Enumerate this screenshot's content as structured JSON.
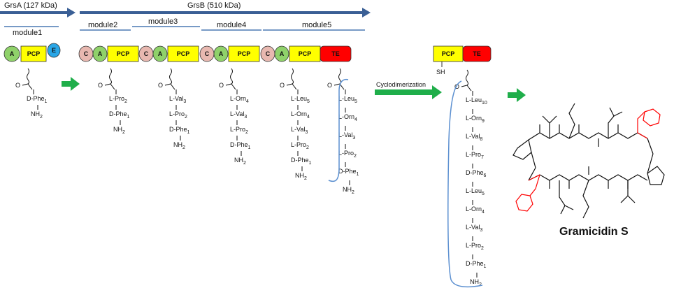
{
  "proteins": {
    "grsA": "GrsA (127 kDa)",
    "grsB": "GrsB (510 kDa)"
  },
  "modules": [
    "module1",
    "module2",
    "module3",
    "module4",
    "module5"
  ],
  "domains": {
    "c": "C",
    "a": "A",
    "pcp": "PCP",
    "e": "E",
    "te": "TE"
  },
  "chemistry": {
    "sh": "SH",
    "o": "O",
    "nh2": "NH",
    "nh2_sub": "2"
  },
  "residues": {
    "dphe1": [
      "D-Phe",
      "1"
    ],
    "lpro2": [
      "L-Pro",
      "2"
    ],
    "lval3": [
      "L-Val",
      "3"
    ],
    "lorn4": [
      "L-Orn",
      "4"
    ],
    "lleu5": [
      "L-Leu",
      "5"
    ],
    "dphe6": [
      "D-Phe",
      "6"
    ],
    "lpro7": [
      "L-Pro",
      "7"
    ],
    "lval8": [
      "L-Val",
      "8"
    ],
    "lorn9": [
      "L-Orn",
      "9"
    ],
    "lleu10": [
      "L-Leu",
      "10"
    ]
  },
  "step_label": "Cyclodimerization",
  "product_name": "Gramicidin S",
  "colors": {
    "arrow_blue": "#3a5f95",
    "module_line": "#4a79b4",
    "c_domain": "#e8b8b0",
    "a_domain": "#8fd16a",
    "pcp_domain": "#ffff00",
    "e_domain": "#2aa6e6",
    "te_domain": "#ff0000",
    "flow_arrow": "#1fae4a",
    "cyclize_curve": "#5b8fd0",
    "d_phe_highlight": "#ff0000"
  }
}
